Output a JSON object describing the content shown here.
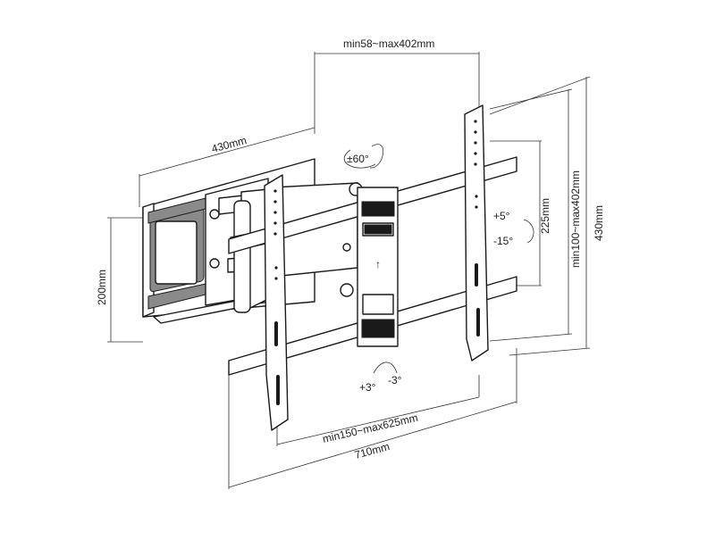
{
  "diagram": {
    "dimensions": {
      "arm_extension": "min58~max402mm",
      "wall_plate_width": "430mm",
      "wall_plate_height": "200mm",
      "vesa_vertical": "225mm",
      "vesa_vertical_range": "min100~max402mm",
      "overall_height": "430mm",
      "vesa_horizontal_range": "min150~max625mm",
      "overall_width": "710mm"
    },
    "motion": {
      "swivel": "±60°",
      "tilt_up": "+5°",
      "tilt_down": "-15°",
      "level_plus": "+3°",
      "level_minus": "-3°"
    },
    "colors": {
      "line": "#1a1a1a",
      "dimension": "#333333",
      "background": "#ffffff"
    }
  }
}
